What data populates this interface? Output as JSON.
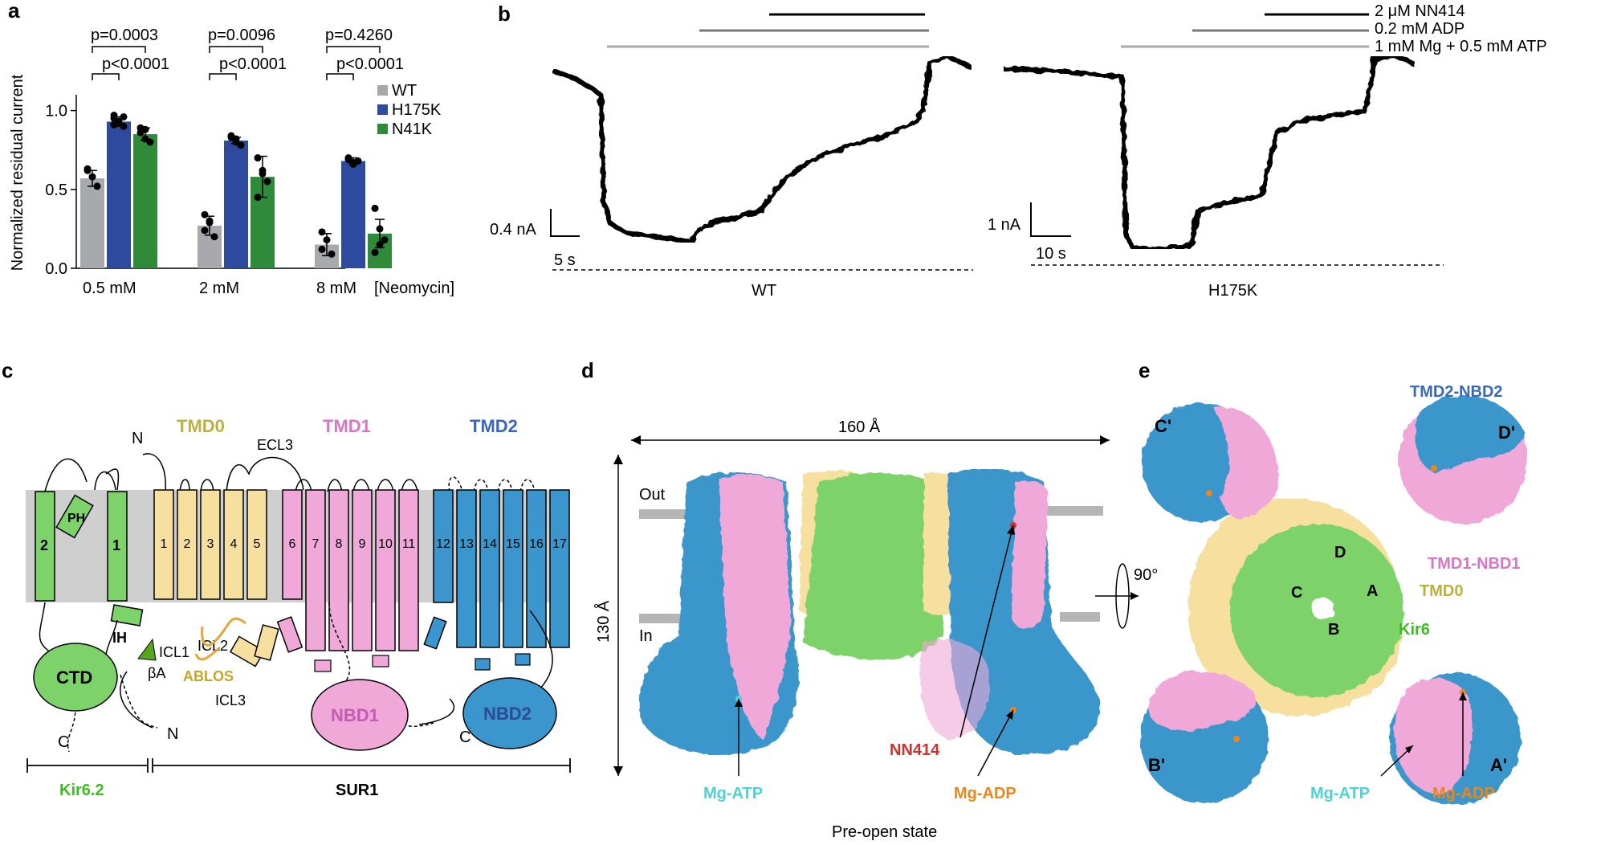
{
  "panels": {
    "a": "a",
    "b": "b",
    "c": "c",
    "d": "d",
    "e": "e"
  },
  "chart_a": {
    "type": "bar",
    "ylabel": "Normalized residual current",
    "yticks": [
      "0.0",
      "0.5",
      "1.0"
    ],
    "ylim": [
      0,
      1.1
    ],
    "categories": [
      "0.5 mM",
      "2 mM",
      "8 mM"
    ],
    "x_suffix": "[Neomycin]",
    "legend": [
      "WT",
      "H175K",
      "N41K"
    ],
    "colors": {
      "WT": "#a7a9ac",
      "H175K": "#2e4a9e",
      "N41K": "#2f8a3a"
    },
    "series": [
      {
        "name": "WT",
        "values": [
          0.57,
          0.27,
          0.15
        ],
        "err": [
          0.05,
          0.06,
          0.07
        ],
        "points": [
          [
            0.63,
            0.58,
            0.52,
            0.62
          ],
          [
            0.34,
            0.29,
            0.2,
            0.24,
            0.3
          ],
          [
            0.23,
            0.18,
            0.09,
            0.12
          ]
        ]
      },
      {
        "name": "H175K",
        "values": [
          0.93,
          0.81,
          0.68
        ],
        "err": [
          0.03,
          0.02,
          0.02
        ],
        "points": [
          [
            0.97,
            0.92,
            0.9,
            0.95,
            0.93,
            0.96,
            0.91
          ],
          [
            0.84,
            0.8,
            0.78,
            0.83,
            0.82
          ],
          [
            0.69,
            0.67,
            0.68,
            0.7,
            0.66
          ]
        ]
      },
      {
        "name": "N41K",
        "values": [
          0.85,
          0.58,
          0.22
        ],
        "err": [
          0.04,
          0.13,
          0.09
        ],
        "points": [
          [
            0.89,
            0.82,
            0.8,
            0.86,
            0.88
          ],
          [
            0.7,
            0.62,
            0.55,
            0.45,
            0.6
          ],
          [
            0.38,
            0.25,
            0.18,
            0.1,
            0.15
          ]
        ]
      }
    ],
    "pvals_top": [
      "p=0.0003",
      "p=0.0096",
      "p=0.4260"
    ],
    "pvals_bottom": [
      "p<0.0001",
      "p<0.0001",
      "p<0.0001"
    ]
  },
  "panel_b": {
    "legend": [
      "2 μM NN414",
      "0.2 mM ADP",
      "1 mM Mg + 0.5 mM ATP"
    ],
    "trace_labels": [
      "WT",
      "H175K"
    ],
    "wt_scale": {
      "current": "0.4 nA",
      "time": "5 s"
    },
    "h175k_scale": {
      "current": "1 nA",
      "time": "10 s"
    }
  },
  "panel_c": {
    "domains": {
      "tmd0": "TMD0",
      "tmd1": "TMD1",
      "tmd2": "TMD2"
    },
    "kir_helices": [
      "2",
      "PH",
      "1"
    ],
    "tmd0_helices": [
      "1",
      "2",
      "3",
      "4",
      "5"
    ],
    "tmd1_helices": [
      "6",
      "7",
      "8",
      "9",
      "10",
      "11"
    ],
    "tmd2_helices": [
      "12",
      "13",
      "14",
      "15",
      "16",
      "17"
    ],
    "labels": {
      "n_top": "N",
      "ecl3": "ECL3",
      "ih": "IH",
      "icl1": "ICL1",
      "ba": "βA",
      "icl2": "ICL2",
      "ablos": "ABLOS",
      "icl3": "ICL3",
      "ctd": "CTD",
      "nbd1": "NBD1",
      "nbd2": "NBD2",
      "c_kir": "C",
      "n_bottom": "N",
      "c_sur": "C"
    },
    "footer": {
      "kir": "Kir6.2",
      "sur": "SUR1"
    }
  },
  "panel_d": {
    "width_label": "160 Å",
    "height_label": "130 Å",
    "out": "Out",
    "in": "In",
    "nn414": "NN414",
    "mg_atp": "Mg-ATP",
    "mg_adp": "Mg-ADP",
    "caption": "Pre-open state"
  },
  "panel_e": {
    "tmd2_nbd2": "TMD2-NBD2",
    "tmd1_nbd1": "TMD1-NBD1",
    "tmd0": "TMD0",
    "kir6": "Kir6",
    "rotation": "90°",
    "subunits": [
      "A",
      "B",
      "C",
      "D"
    ],
    "sur_subunits": [
      "A'",
      "B'",
      "C'",
      "D'"
    ],
    "mg_atp": "Mg-ATP",
    "mg_adp": "Mg-ADP"
  },
  "colors": {
    "kir": "#7dd36a",
    "tmd0": "#f7dfa0",
    "tmd1": "#f0a8d8",
    "tmd2": "#3a96cc",
    "nn414": "#d0312d",
    "atp": "#4fd0d8",
    "adp": "#e8871e",
    "membrane": "#cfcfcf"
  }
}
